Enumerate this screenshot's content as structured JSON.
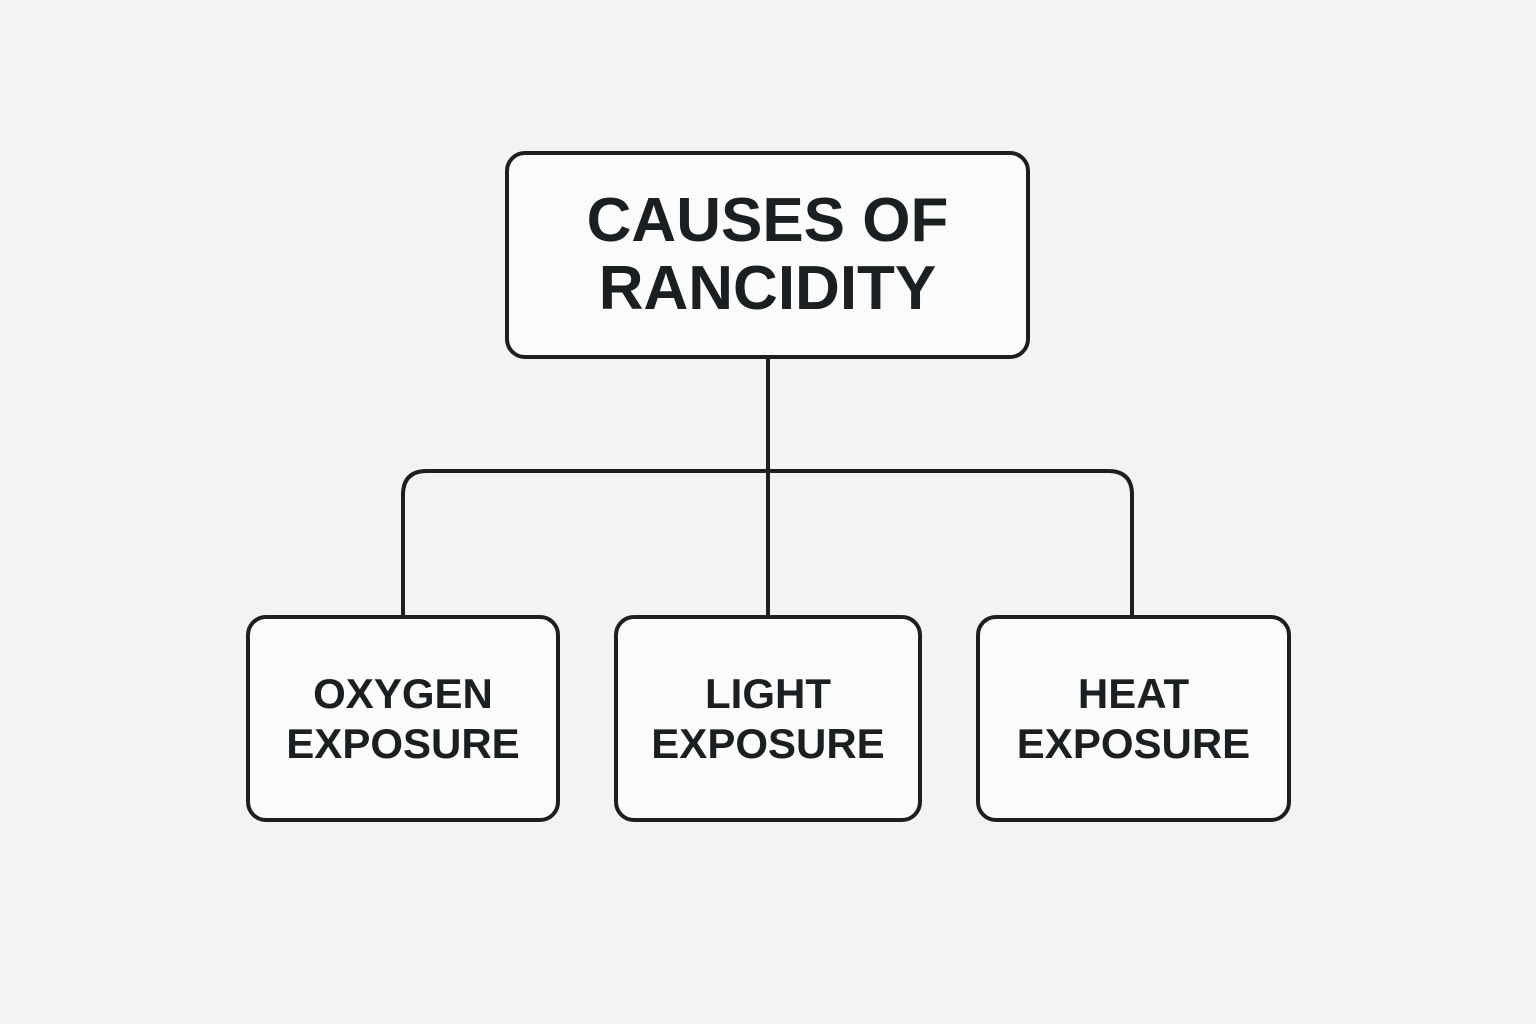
{
  "diagram": {
    "root": {
      "line1": "CAUSES OF",
      "line2": "RANCIDITY"
    },
    "children": [
      {
        "line1": "OXYGEN",
        "line2": "EXPOSURE"
      },
      {
        "line1": "LIGHT",
        "line2": "EXPOSURE"
      },
      {
        "line1": "HEAT",
        "line2": "EXPOSURE"
      }
    ]
  },
  "colors": {
    "background": "#f3f3f2",
    "node_fill": "#fbfbfa",
    "stroke": "#1c1f22"
  }
}
